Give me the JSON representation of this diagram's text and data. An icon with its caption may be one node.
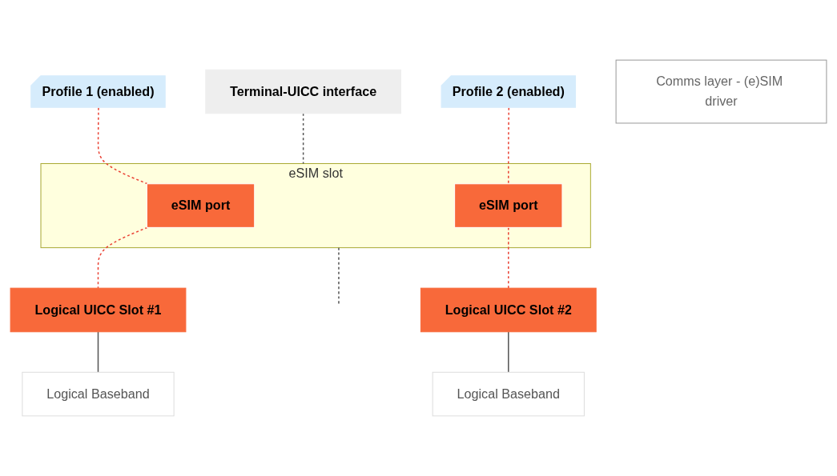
{
  "diagram": {
    "nodes": [
      {
        "text": [
          "Profile 1 (enabled)"
        ]
      },
      {
        "text": [
          "Profile 2 (enabled)"
        ]
      },
      {
        "text": [
          "Terminal-UICC interface"
        ]
      },
      {
        "text": [
          "eSIM slot"
        ]
      },
      {
        "text": [
          "eSIM port"
        ],
        "in": 3
      },
      {
        "text": [
          "eSIM port"
        ],
        "in": 3
      },
      {
        "text": [
          "Comms layer - (e)SIM driver"
        ]
      },
      {
        "text": [
          "Logical UICC Slot #1"
        ]
      },
      {
        "text": [
          "Logical UICC Slot #2"
        ]
      },
      {
        "text": [
          "Logical Baseband"
        ]
      },
      {
        "text": [
          "Logical Baseband"
        ]
      }
    ],
    "edges": [
      {
        "from": 2,
        "to": 3,
        "arrow": "none",
        "style": "dashed"
      },
      {
        "from": 3,
        "to": null,
        "arrow": "none",
        "style": "dashed"
      },
      {
        "from": 0,
        "to": 4,
        "arrow": "none",
        "style": "dashed",
        "color": "#ea4335"
      },
      {
        "from": 1,
        "to": 5,
        "arrow": "none",
        "style": "dashed",
        "color": "#ea4335"
      },
      {
        "from": 4,
        "to": 7,
        "arrow": "none",
        "style": "dashed",
        "color": "#ea4335"
      },
      {
        "from": 5,
        "to": 8,
        "arrow": "none",
        "style": "dashed",
        "color": "#ea4335"
      },
      {
        "from": 7,
        "to": 9,
        "arrow": "none"
      },
      {
        "from": 8,
        "to": 10,
        "arrow": "none"
      }
    ]
  }
}
